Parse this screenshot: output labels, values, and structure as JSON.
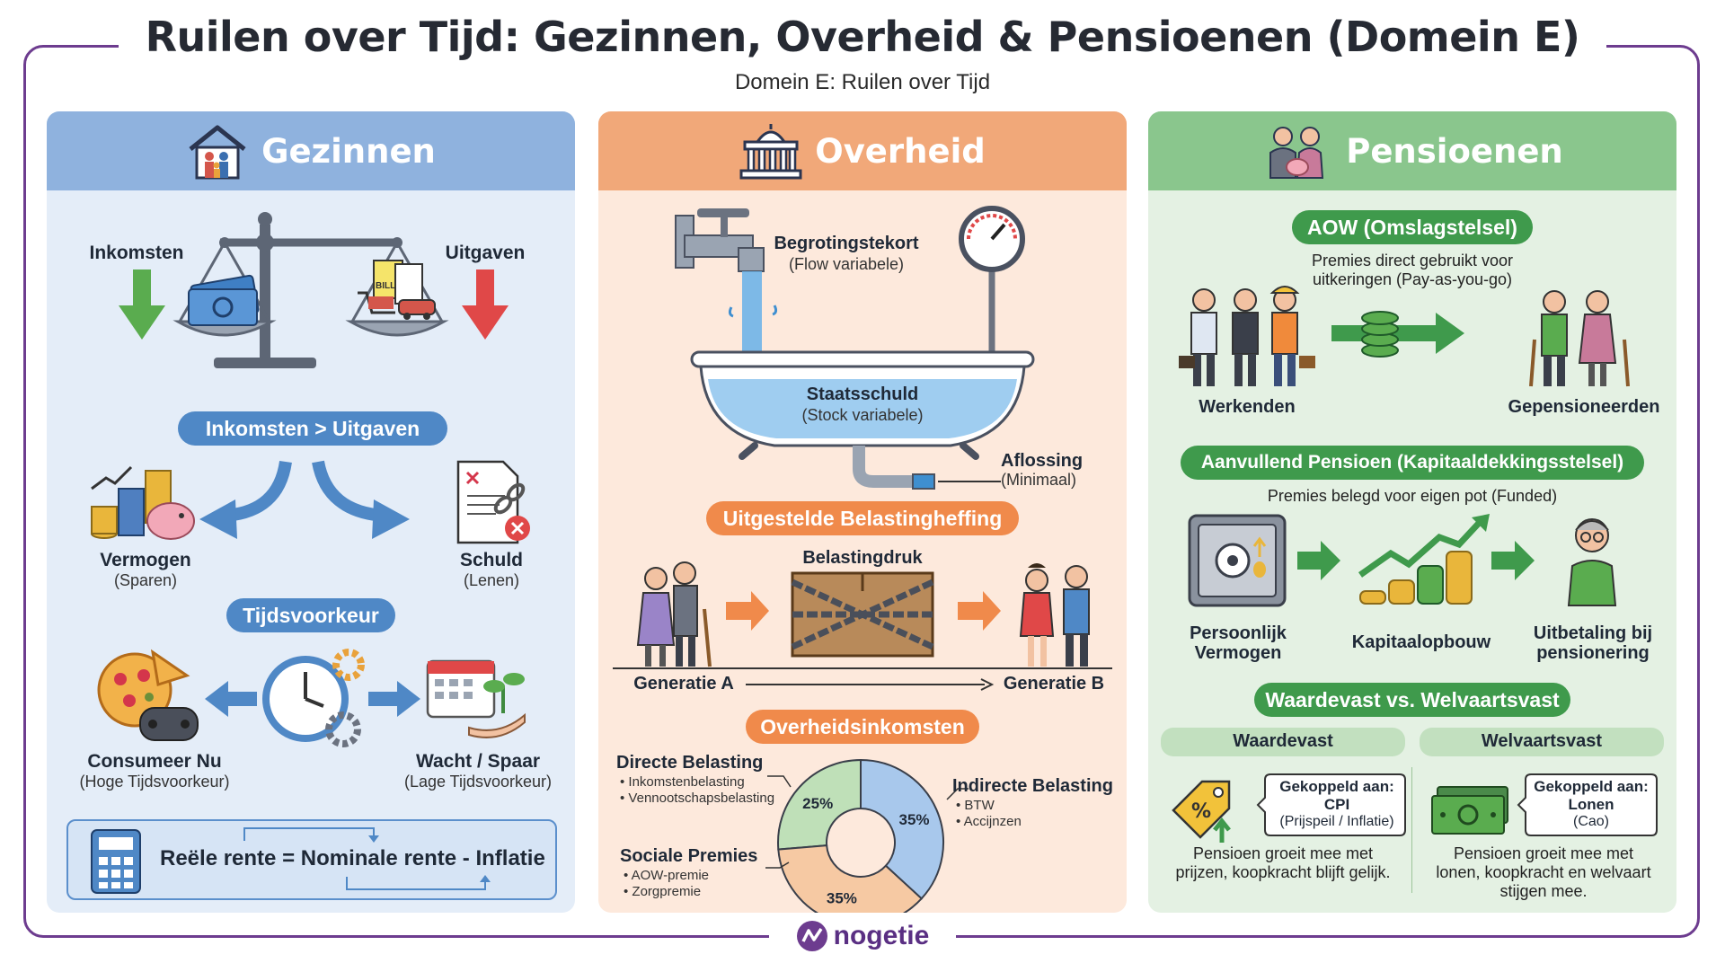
{
  "header": {
    "title": "Ruilen over Tijd: Gezinnen, Overheid & Pensioenen (Domein E)",
    "subtitle": "Domein E: Ruilen over Tijd"
  },
  "gezinnen": {
    "heading": "Gezinnen",
    "inkomsten": "Inkomsten",
    "uitgaven": "Uitgaven",
    "bill": "BILL",
    "comparison": "Inkomsten > Uitgaven",
    "vermogen": "Vermogen",
    "vermogen_sub": "(Sparen)",
    "schuld": "Schuld",
    "schuld_sub": "(Lenen)",
    "tijdsvoorkeur": "Tijdsvoorkeur",
    "consumeer": "Consumeer Nu",
    "consumeer_sub": "(Hoge Tijdsvoorkeur)",
    "wacht": "Wacht / Spaar",
    "wacht_sub": "(Lage Tijdsvoorkeur)",
    "formula": "Reële rente = Nominale rente - Inflatie"
  },
  "overheid": {
    "heading": "Overheid",
    "begrotingstekort": "Begrotingstekort",
    "begrotingstekort_sub": "(Flow variabele)",
    "staatsschuld": "Staatsschuld",
    "staatsschuld_sub": "(Stock variabele)",
    "aflossing": "Aflossing",
    "aflossing_sub": "(Minimaal)",
    "uitgestelde": "Uitgestelde Belastingheffing",
    "belastingdruk": "Belastingdruk",
    "generatie_a": "Generatie A",
    "generatie_b": "Generatie B",
    "inkomsten_title": "Overheidsinkomsten",
    "directe": "Directe Belasting",
    "directe_items": [
      "• Inkomstenbelasting",
      "• Vennootschapsbelasting"
    ],
    "sociale": "Sociale Premies",
    "sociale_items": [
      "• AOW-premie",
      "• Zorgpremie"
    ],
    "indirecte": "Indirecte Belasting",
    "indirecte_items": [
      "• BTW",
      "• Accijnzen"
    ]
  },
  "chart_data": {
    "type": "pie",
    "title": "Overheidsinkomsten",
    "categories": [
      "Directe Belasting",
      "Indirecte Belasting",
      "Sociale Premies"
    ],
    "values": [
      25,
      35,
      35
    ],
    "labels": [
      "25%",
      "35%",
      "35%"
    ],
    "colors": [
      "#bfe0b8",
      "#a8c8ec",
      "#f6c9a3"
    ]
  },
  "pensioenen": {
    "heading": "Pensioenen",
    "aow": "AOW (Omslagstelsel)",
    "aow_desc_1": "Premies direct gebruikt voor",
    "aow_desc_2": "uitkeringen (Pay-as-you-go)",
    "werkenden": "Werkenden",
    "gepensioneerden": "Gepensioneerden",
    "aanvullend": "Aanvullend Pensioen (Kapitaaldekkingsstelsel)",
    "aanvullend_desc": "Premies belegd voor eigen pot (Funded)",
    "persoonlijk_1": "Persoonlijk",
    "persoonlijk_2": "Vermogen",
    "kapitaal": "Kapitaalopbouw",
    "uitbetaling_1": "Uitbetaling bij",
    "uitbetaling_2": "pensionering",
    "vs": "Waardevast vs. Welvaartsvast",
    "waardevast": "Waardevast",
    "welvaartsvast": "Welvaartsvast",
    "wv_bubble_1": "Gekoppeld aan:",
    "wv_bubble_2": "CPI",
    "wv_bubble_3": "(Prijspeil / Inflatie)",
    "wf_bubble_1": "Gekoppeld aan:",
    "wf_bubble_2": "Lonen",
    "wf_bubble_3": "(Cao)",
    "wv_desc_1": "Pensioen groeit mee met",
    "wv_desc_2": "prijzen, koopkracht blijft gelijk.",
    "wf_desc_1": "Pensioen groeit mee met",
    "wf_desc_2": "lonen, koopkracht en welvaart",
    "wf_desc_3": "stijgen mee."
  },
  "footer": {
    "brand": "nogetie"
  }
}
